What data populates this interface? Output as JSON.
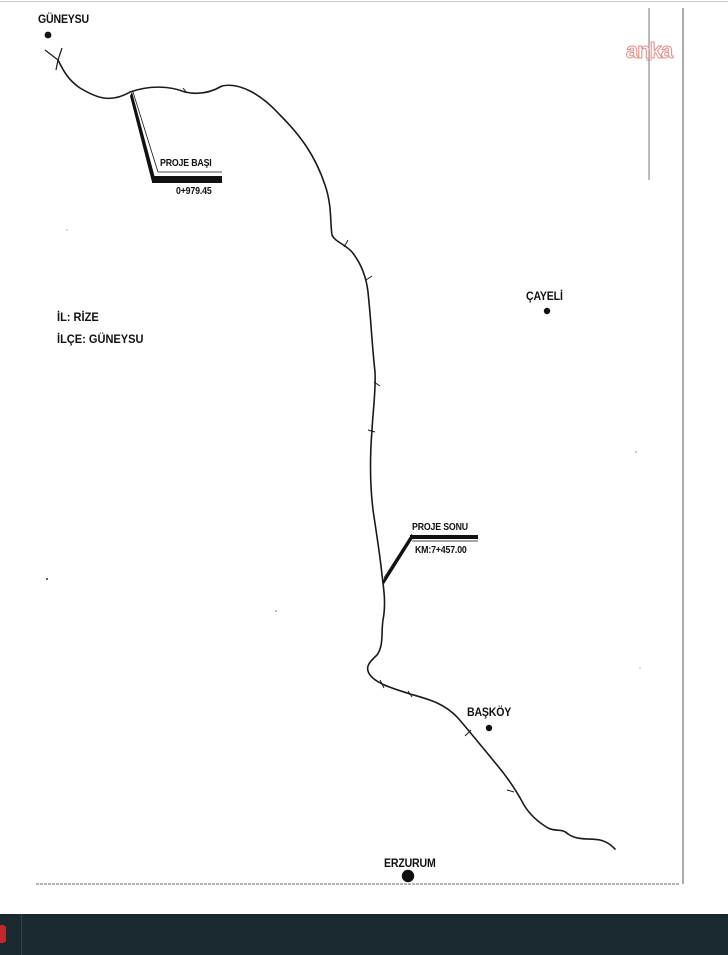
{
  "places": {
    "guneysu": "GÜNEYSU",
    "cayeli": "ÇAYELİ",
    "baskoy": "BAŞKÖY",
    "erzurum": "ERZURUM"
  },
  "info": {
    "il": "İL: RİZE",
    "ilce": "İLÇE: GÜNEYSU"
  },
  "callouts": {
    "start_title": "PROJE BAŞI",
    "start_km": "0+979.45",
    "end_title": "PROJE SONU",
    "end_km": "KM:7+457.00"
  },
  "watermark": "anka",
  "colors": {
    "route": "#1a1a1a",
    "paper": "#ffffff",
    "watermark": "#e58a8a",
    "taskbar": "#1a2a30",
    "taskbar_app": "#c0282c"
  }
}
